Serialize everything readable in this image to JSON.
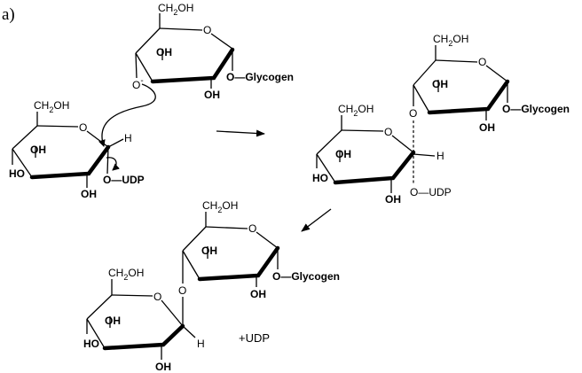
{
  "panel_label": "a)",
  "labels": {
    "ch2oh": "CH",
    "ch2oh_sub": "2",
    "ch2oh_tail": "OH",
    "oh": "OH",
    "ho": "HO",
    "h": "H",
    "o_minus": "O",
    "minus": "-",
    "o_glycogen": "O—Glycogen",
    "o_udp": "O—UDP",
    "ring_o": "O",
    "plus_udp": "+UDP"
  }
}
